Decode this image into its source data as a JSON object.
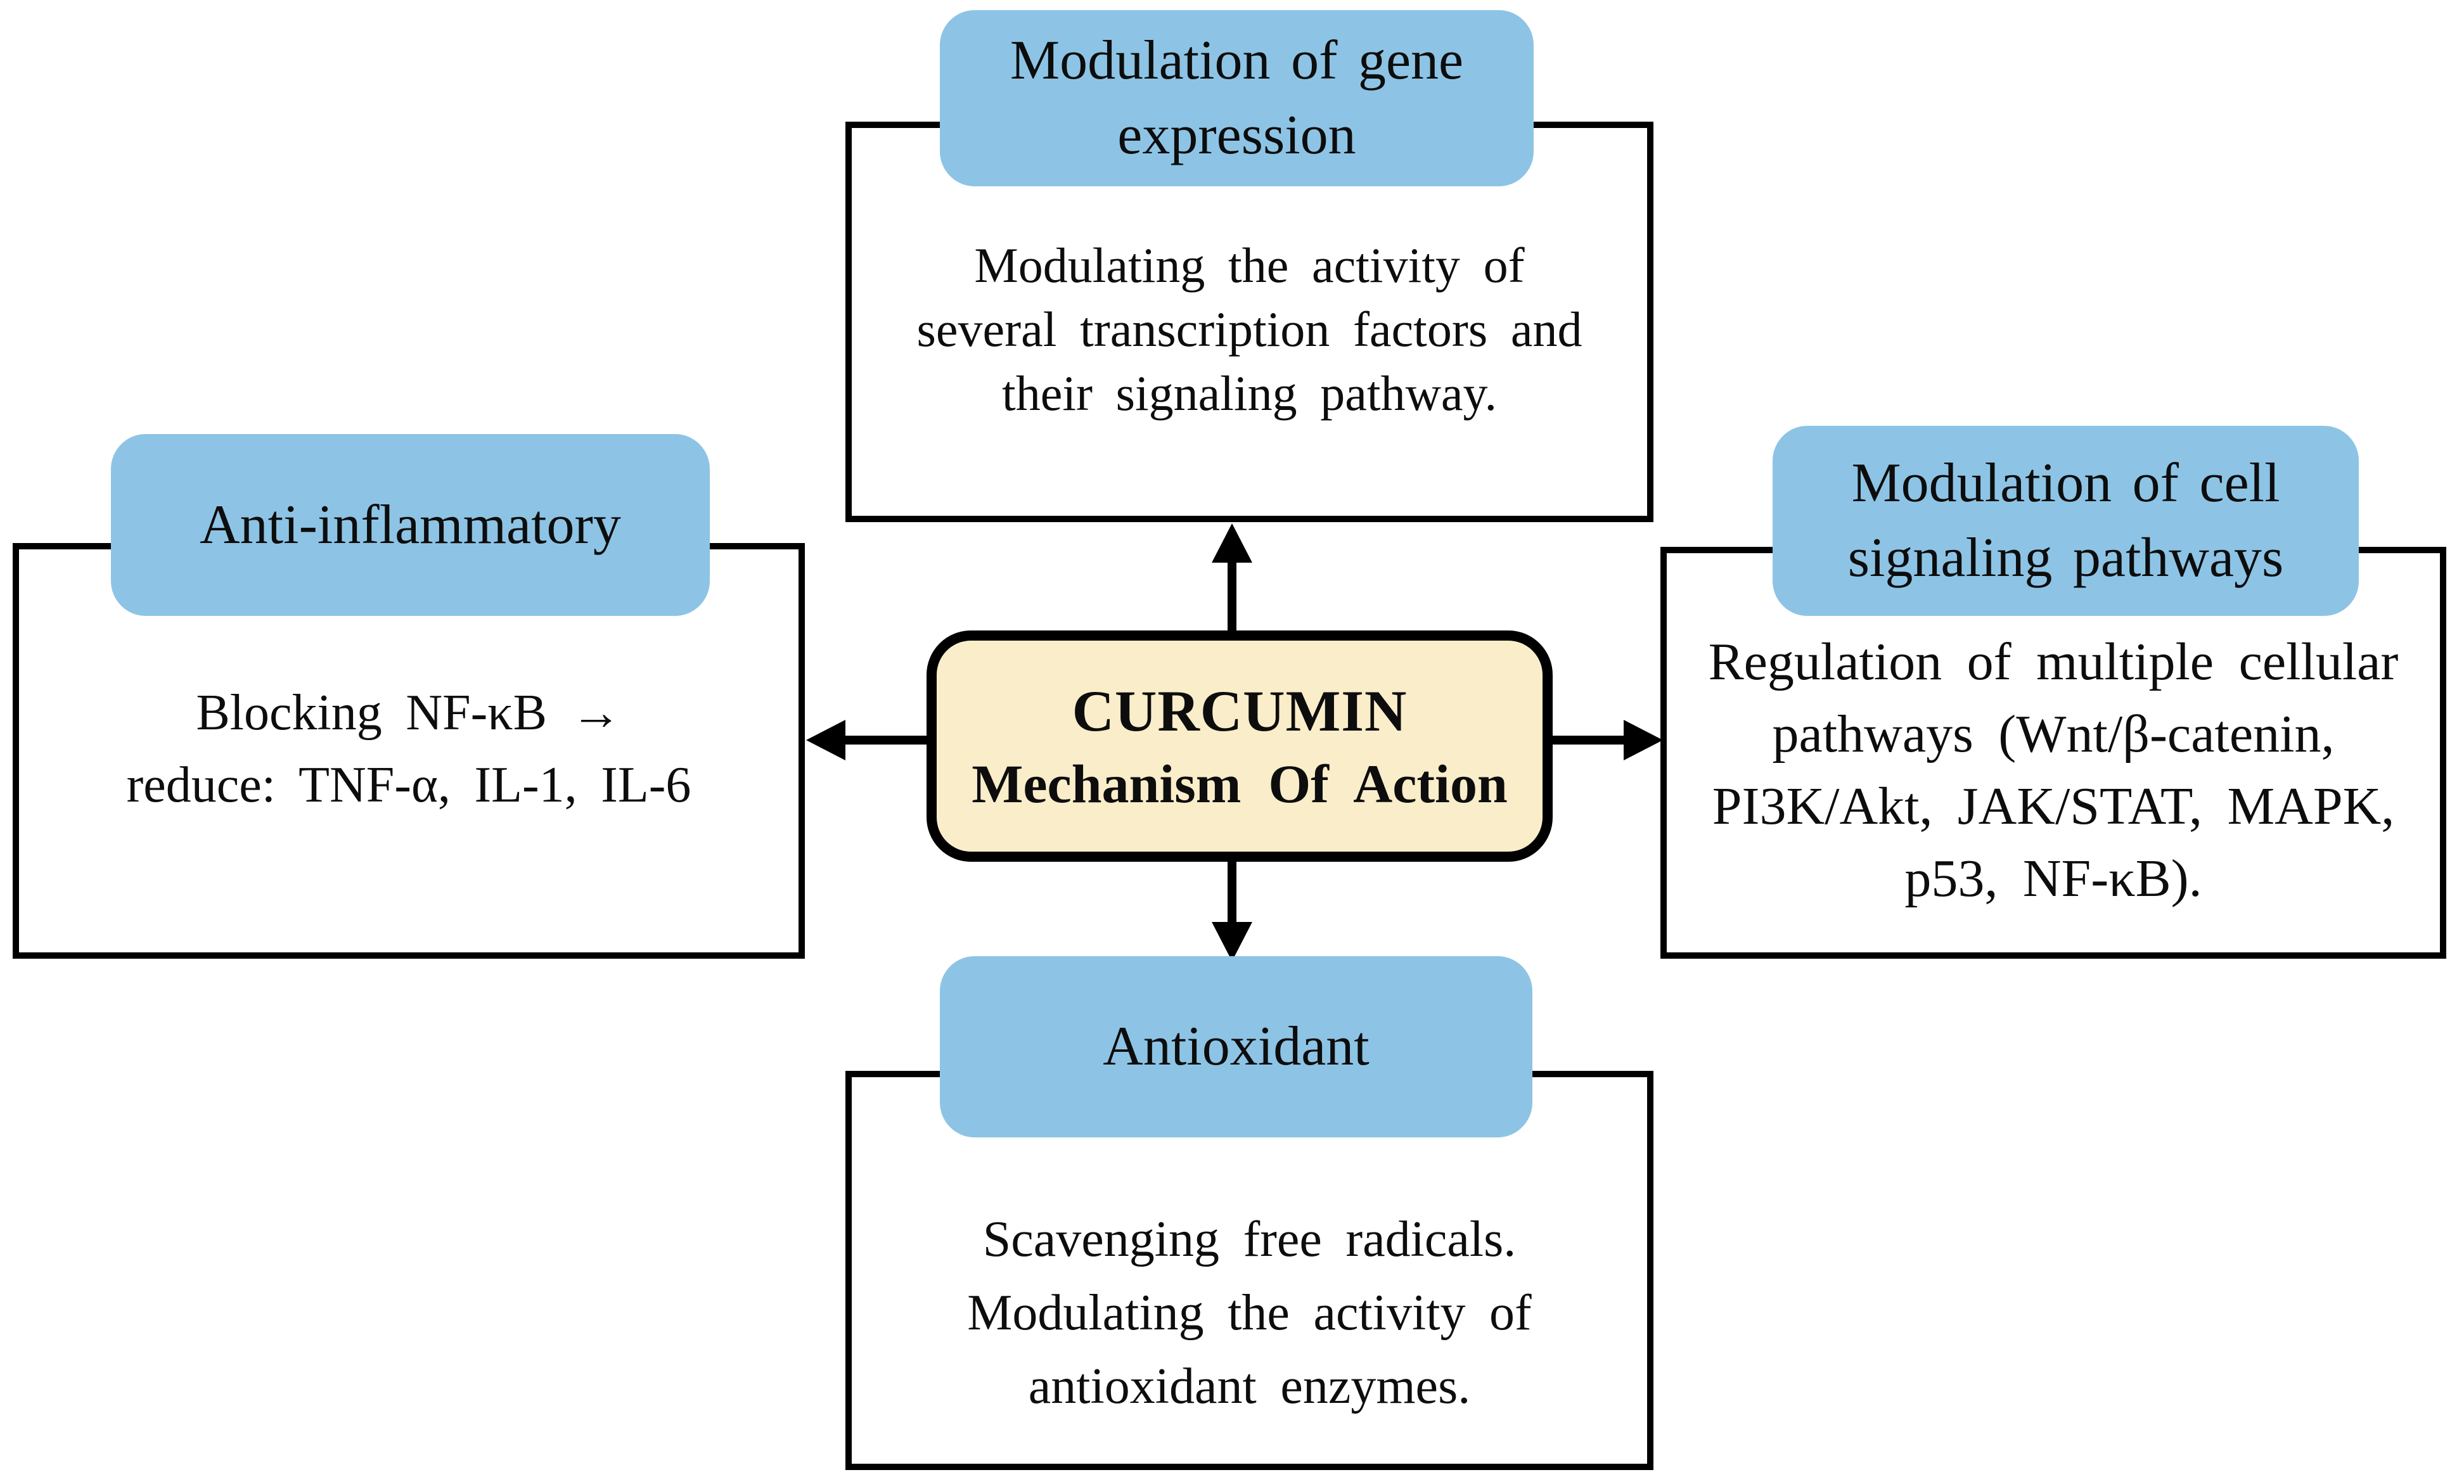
{
  "figure": {
    "title": "CURCUMIN Mechanism Of Action diagram",
    "colors": {
      "header_fill": "#8DC4E5",
      "center_fill": "#FAEDCA",
      "line": "#000000",
      "text": "#0d0d0d",
      "background": "#ffffff"
    },
    "center": {
      "line1": "CURCUMIN",
      "line2": "Mechanism Of Action"
    },
    "nodes": {
      "top": {
        "header": "Modulation of gene\nexpression",
        "body": "Modulating the activity of\nseveral transcription factors and\ntheir signaling pathway."
      },
      "left": {
        "header": "Anti-inflammatory",
        "body": "Blocking NF-κB →\nreduce: TNF-α, IL-1, IL-6"
      },
      "right": {
        "header": "Modulation of cell\nsignaling pathways",
        "body": "Regulation of multiple cellular\npathways (Wnt/β-catenin,\nPI3K/Akt, JAK/STAT, MAPK,\np53, NF-κB)."
      },
      "bottom": {
        "header": "Antioxidant",
        "body": "Scavenging free radicals.\nModulating the activity of\nantioxidant enzymes."
      }
    },
    "arrows": [
      "up",
      "down",
      "left",
      "right"
    ]
  }
}
